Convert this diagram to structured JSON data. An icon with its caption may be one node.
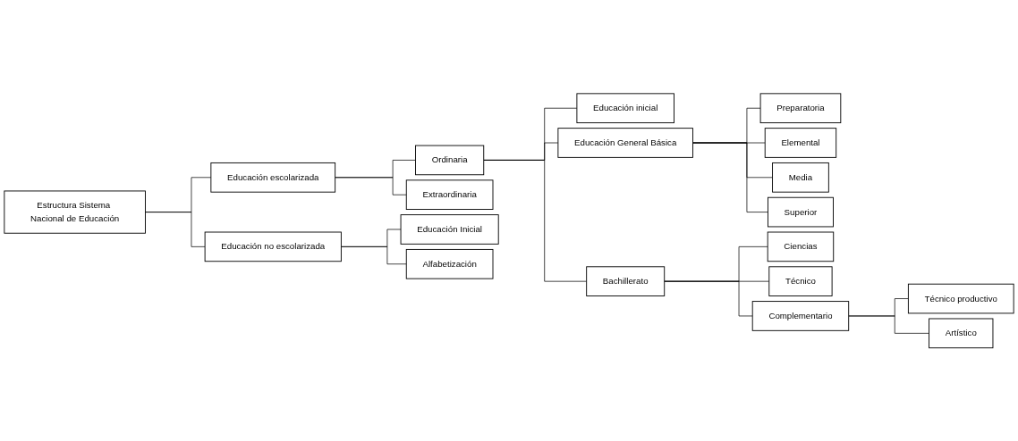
{
  "diagram": {
    "nodes": [
      {
        "text": [
          "Estructura Sistema Nacional de Educación"
        ]
      },
      {
        "text": [
          "Educación escolarizada"
        ]
      },
      {
        "text": [
          "Educación no escolarizada"
        ]
      },
      {
        "text": [
          "Ordinaria"
        ]
      },
      {
        "text": [
          "Extraordinaria"
        ]
      },
      {
        "text": [
          "Educación Inicial"
        ]
      },
      {
        "text": [
          "Alfabetización"
        ]
      },
      {
        "text": [
          "Educación inicial"
        ]
      },
      {
        "text": [
          "Educación General Básica"
        ]
      },
      {
        "text": [
          "Bachillerato"
        ]
      },
      {
        "text": [
          "Preparatoria"
        ]
      },
      {
        "text": [
          "Elemental"
        ]
      },
      {
        "text": [
          "Media"
        ]
      },
      {
        "text": [
          "Superior"
        ]
      },
      {
        "text": [
          "Ciencias"
        ]
      },
      {
        "text": [
          "Técnico"
        ]
      },
      {
        "text": [
          "Complementario"
        ]
      },
      {
        "text": [
          "Técnico productivo"
        ]
      },
      {
        "text": [
          "Artístico"
        ]
      }
    ],
    "edges": [
      {
        "from": 0,
        "to": 1,
        "arrow": "none"
      },
      {
        "from": 0,
        "to": 2,
        "arrow": "none"
      },
      {
        "from": 1,
        "to": 3,
        "arrow": "none"
      },
      {
        "from": 1,
        "to": 4,
        "arrow": "none"
      },
      {
        "from": 2,
        "to": 5,
        "arrow": "none"
      },
      {
        "from": 2,
        "to": 6,
        "arrow": "none"
      },
      {
        "from": 3,
        "to": 7,
        "arrow": "none"
      },
      {
        "from": 3,
        "to": 8,
        "arrow": "none"
      },
      {
        "from": 3,
        "to": 9,
        "arrow": "none"
      },
      {
        "from": 8,
        "to": 10,
        "arrow": "none"
      },
      {
        "from": 8,
        "to": 11,
        "arrow": "none"
      },
      {
        "from": 8,
        "to": 12,
        "arrow": "none"
      },
      {
        "from": 8,
        "to": 13,
        "arrow": "none"
      },
      {
        "from": 9,
        "to": 14,
        "arrow": "none"
      },
      {
        "from": 9,
        "to": 15,
        "arrow": "none"
      },
      {
        "from": 9,
        "to": 16,
        "arrow": "none"
      },
      {
        "from": 16,
        "to": 17,
        "arrow": "none"
      },
      {
        "from": 16,
        "to": 18,
        "arrow": "none"
      }
    ]
  }
}
